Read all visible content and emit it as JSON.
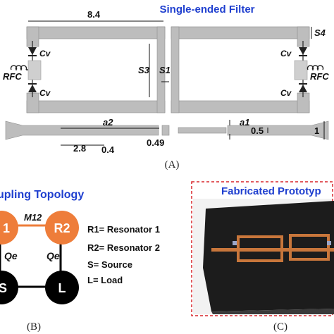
{
  "panel_a": {
    "title": "Single-ended Filter",
    "caption": "(A)",
    "dim_84": "8.4",
    "s3": "S3",
    "s1": "S1",
    "s4": "S4",
    "a2": "a2",
    "a1": "a1",
    "dim_28": "2.8",
    "dim_04": "0.4",
    "dim_049": "0.49",
    "dim_05": "0.5",
    "dim_1": "1",
    "cv": "Cv",
    "rfc": "RFC"
  },
  "panel_b": {
    "title": "upling Topology",
    "caption": "(B)",
    "node_r1": "1",
    "node_r2": "R2",
    "node_s": "S",
    "node_l": "L",
    "m12": "M12",
    "qe": "Qe",
    "legend": [
      "R1= Resonator 1",
      "R2= Resonator 2",
      "S= Source",
      "L= Load"
    ]
  },
  "panel_c": {
    "title": "Fabricated Prototyp",
    "caption": "(C)"
  },
  "colors": {
    "title_blue": "#1f3fcf",
    "node_orange": "#ee7d3a",
    "node_black": "#000000",
    "frame_red": "#d9262b",
    "filter_gray": "#bdbdbd"
  }
}
